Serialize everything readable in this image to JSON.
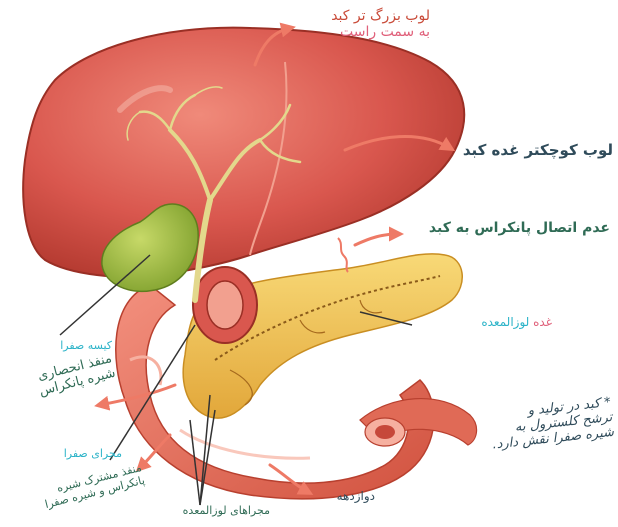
{
  "colors": {
    "liver": "#d9574e",
    "liver_dark": "#b8362f",
    "liver_light": "#ef8a7c",
    "gallbladder": "#8fb33a",
    "pancreas": "#f2c24a",
    "pancreas_dark": "#d89b2a",
    "duodenum": "#e7695a",
    "bile_duct": "#e3d88c",
    "arrow": "#ee7a66",
    "leader": "#333333",
    "text_red": "#c94a38",
    "text_pink": "#e0607a",
    "text_dark": "#2f4b5a",
    "text_green": "#2f6b55",
    "text_cyan": "#2bb3c8"
  },
  "labels": {
    "right_lobe_line1": "لوب بزرگ تر کبد",
    "right_lobe_line2": "به سمت راست",
    "left_lobe": "لوب کوچکتر غده کبد",
    "no_connection": "عدم اتصال پانکراس به کبد",
    "pancreas_gland": "غده",
    "pancreas_duodenum": "لوزالمعده",
    "gallbladder": "کیسه صفرا",
    "pancreatic_duct_line1": "منفذ انحصاری",
    "pancreatic_duct_line2": "شیره پانکراس",
    "bile_ducts": "مجرای صفرا",
    "common_duct_line1": "منفذ مشترک شیره",
    "common_duct_line2": "پانکراس و شیره صفرا",
    "pancreatic_ducts": "مجراهای لوزالمعده",
    "duodenum": "دوازدهه",
    "note_line1": "* کبد در تولید و",
    "note_line2": "ترشح کلسترول به",
    "note_line3": "شیره صفرا نقش دارد."
  }
}
